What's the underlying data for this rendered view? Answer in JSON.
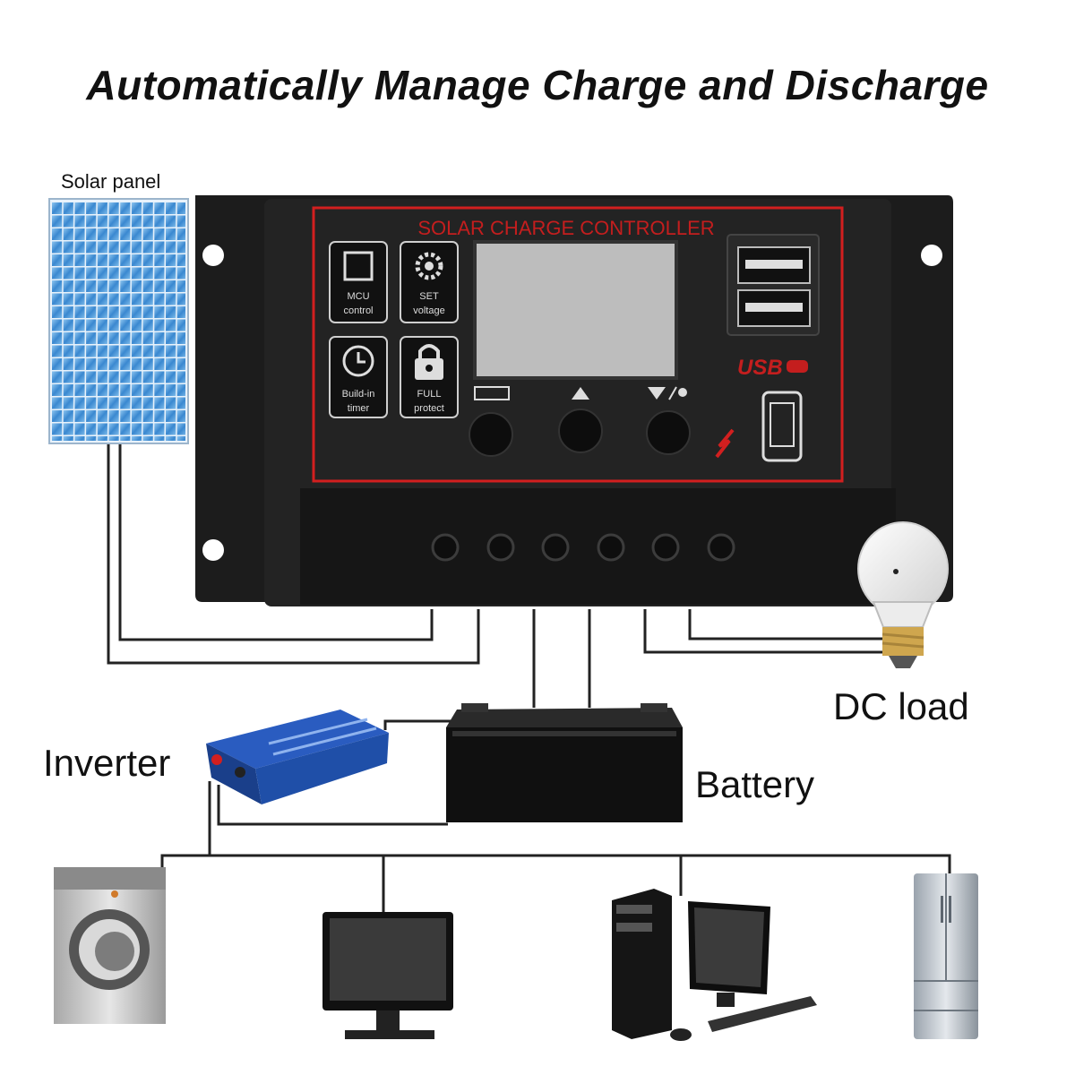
{
  "title": "Automatically Manage Charge and Discharge",
  "labels": {
    "solar_panel": "Solar panel",
    "dc_load": "DC load",
    "inverter": "Inverter",
    "battery": "Battery"
  },
  "controller": {
    "header": "SOLAR CHARGE CONTROLLER",
    "features": [
      {
        "line1": "MCU",
        "line2": "control",
        "icon": "chip-icon"
      },
      {
        "line1": "SET",
        "line2": "voltage",
        "icon": "gear-icon"
      },
      {
        "line1": "Build-in",
        "line2": "timer",
        "icon": "clock-icon"
      },
      {
        "line1": "FULL",
        "line2": "protect",
        "icon": "lock-icon"
      }
    ],
    "usb_label": "USB",
    "buttons": [
      "menu-button",
      "up-button",
      "down-button"
    ]
  },
  "colors": {
    "controller_body": "#1b1b1b",
    "accent_red": "#d21f1f",
    "lcd": "#bdbdbd",
    "wire": "#222222",
    "inverter_blue": "#1f4fa8"
  }
}
